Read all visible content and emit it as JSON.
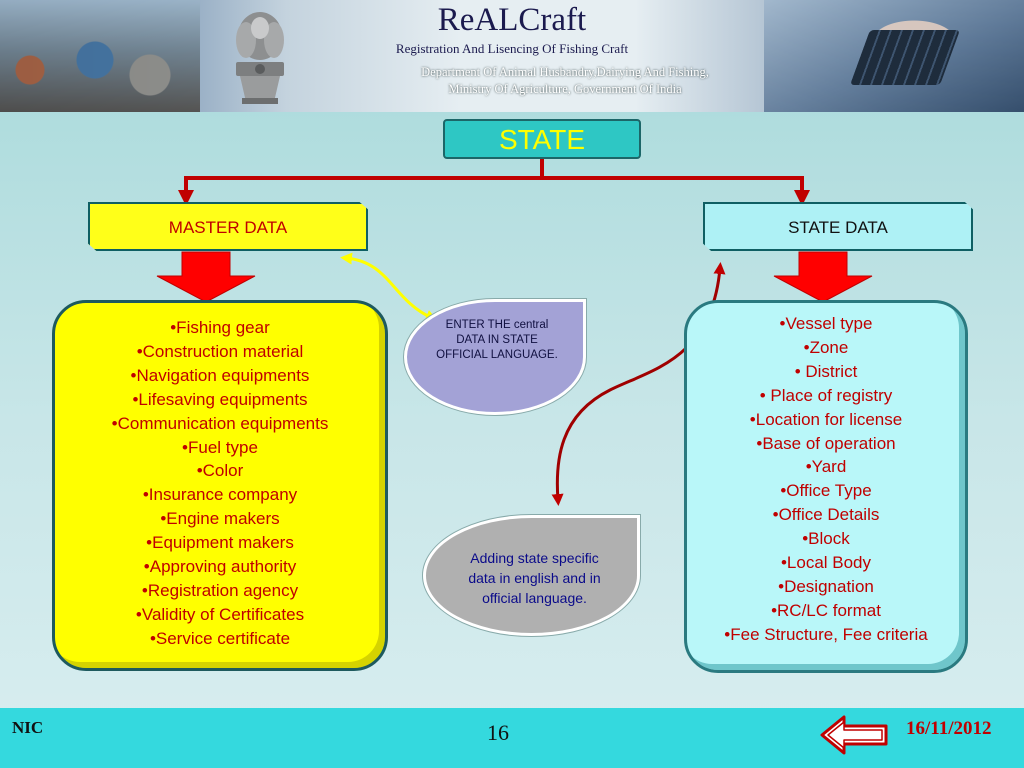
{
  "header": {
    "app_title": "ReALCraft",
    "app_subtitle": "Registration And Lisencing Of Fishing Craft",
    "department_line1": "Department Of Animal Husbandry,Dairying And Fishing,",
    "department_line2": "Ministry Of Agriculture, Government Of India",
    "emblem_icon": "national-emblem-icon"
  },
  "diagram": {
    "title": "STATE",
    "master_data": {
      "label": "MASTER DATA",
      "items": [
        "•Fishing gear",
        "•Construction material",
        "•Navigation equipments",
        "•Lifesaving equipments",
        "•Communication equipments",
        "•Fuel type",
        "•Color",
        "•Insurance company",
        "•Engine makers",
        "•Equipment makers",
        "•Approving authority",
        "•Registration agency",
        "•Validity of Certificates",
        "•Service certificate"
      ]
    },
    "state_data": {
      "label": "STATE   DATA",
      "items": [
        "•Vessel type",
        "•Zone",
        "• District",
        "• Place  of registry",
        "•Location for license",
        "•Base of operation",
        "•Yard",
        "•Office Type",
        "•Office Details",
        "•Block",
        "•Local Body",
        "•Designation",
        "•RC/LC format",
        "•Fee Structure, Fee criteria"
      ]
    },
    "enter_note": "ENTER THE central DATA  IN STATE OFFICIAL LANGUAGE.",
    "adding_note": "Adding state specific data in english and in official language.",
    "colors": {
      "title_bg": "#2ec7c4",
      "title_text": "#ffff00",
      "master_bg": "#ffff00",
      "state_bg": "#b9f7f9",
      "item_text": "#c00000",
      "connector": "#c00000",
      "big_arrow": "#ff0000"
    }
  },
  "footer": {
    "org": "NIC",
    "page_number": "16",
    "date": "16/11/2012",
    "back_icon": "left-arrow-icon"
  }
}
